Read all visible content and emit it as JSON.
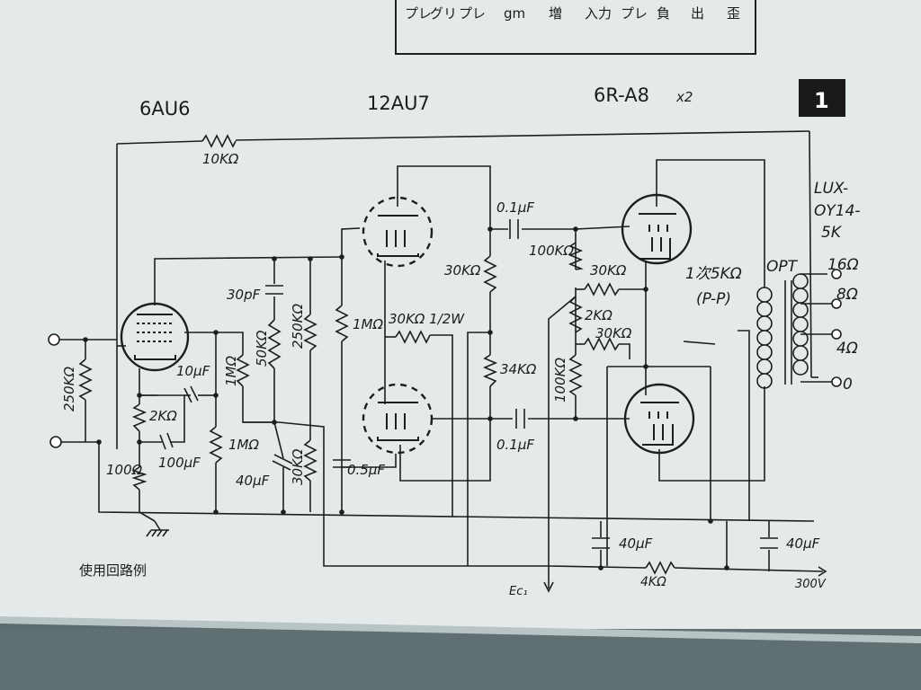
{
  "side_table": {
    "rows": [
      "プレ",
      "グリ",
      "プレ",
      "gm",
      "増",
      "入力",
      "プレ",
      "負",
      "出",
      "歪"
    ]
  },
  "figure": {
    "number": "1",
    "caption": "使用回路例",
    "tubes": {
      "t1": "6AU6",
      "t2": "12AU7",
      "t3": "6R-A8",
      "t3_count": "x2"
    },
    "transformer": {
      "model_line1": "LUX-",
      "model_line2": "OY14-",
      "model_line3": "5K",
      "name": "OPT",
      "primary_line1": "1次5KΩ",
      "primary_line2": "(P-P)",
      "taps": [
        "16Ω",
        "8Ω",
        "4Ω",
        "0"
      ]
    },
    "components": {
      "r_feedback": "10KΩ",
      "r_input": "250KΩ",
      "r_cathode_2k": "2KΩ",
      "r_cathode_100": "100Ω",
      "c_cathode": "100μF",
      "c_screen": "10μF",
      "r_screen": "1MΩ",
      "c_grid": "30pF",
      "r_plate_50k": "50KΩ",
      "r_plate_250k": "250KΩ",
      "r_grid_1m": "1MΩ",
      "r_bias_1m": "1MΩ",
      "c_decouple_40": "40μF",
      "r_decouple_30k": "30KΩ",
      "c_05": "0.5μF",
      "r_pi_30k": "30KΩ 1/2W",
      "r_plate_upper": "30KΩ",
      "r_plate_lower": "34KΩ",
      "c_coupling_upper": "0.1μF",
      "c_coupling_lower": "0.1μF",
      "r_grid_upper": "100KΩ",
      "r_grid_lower": "100KΩ",
      "r_fb_upper": "30KΩ",
      "r_fb_lower": "30KΩ",
      "r_balance": "2KΩ",
      "c_filter_1": "40μF",
      "c_filter_2": "40μF",
      "r_filter": "4KΩ",
      "supply_bias": "Ec₁",
      "supply_b": "300V"
    }
  }
}
